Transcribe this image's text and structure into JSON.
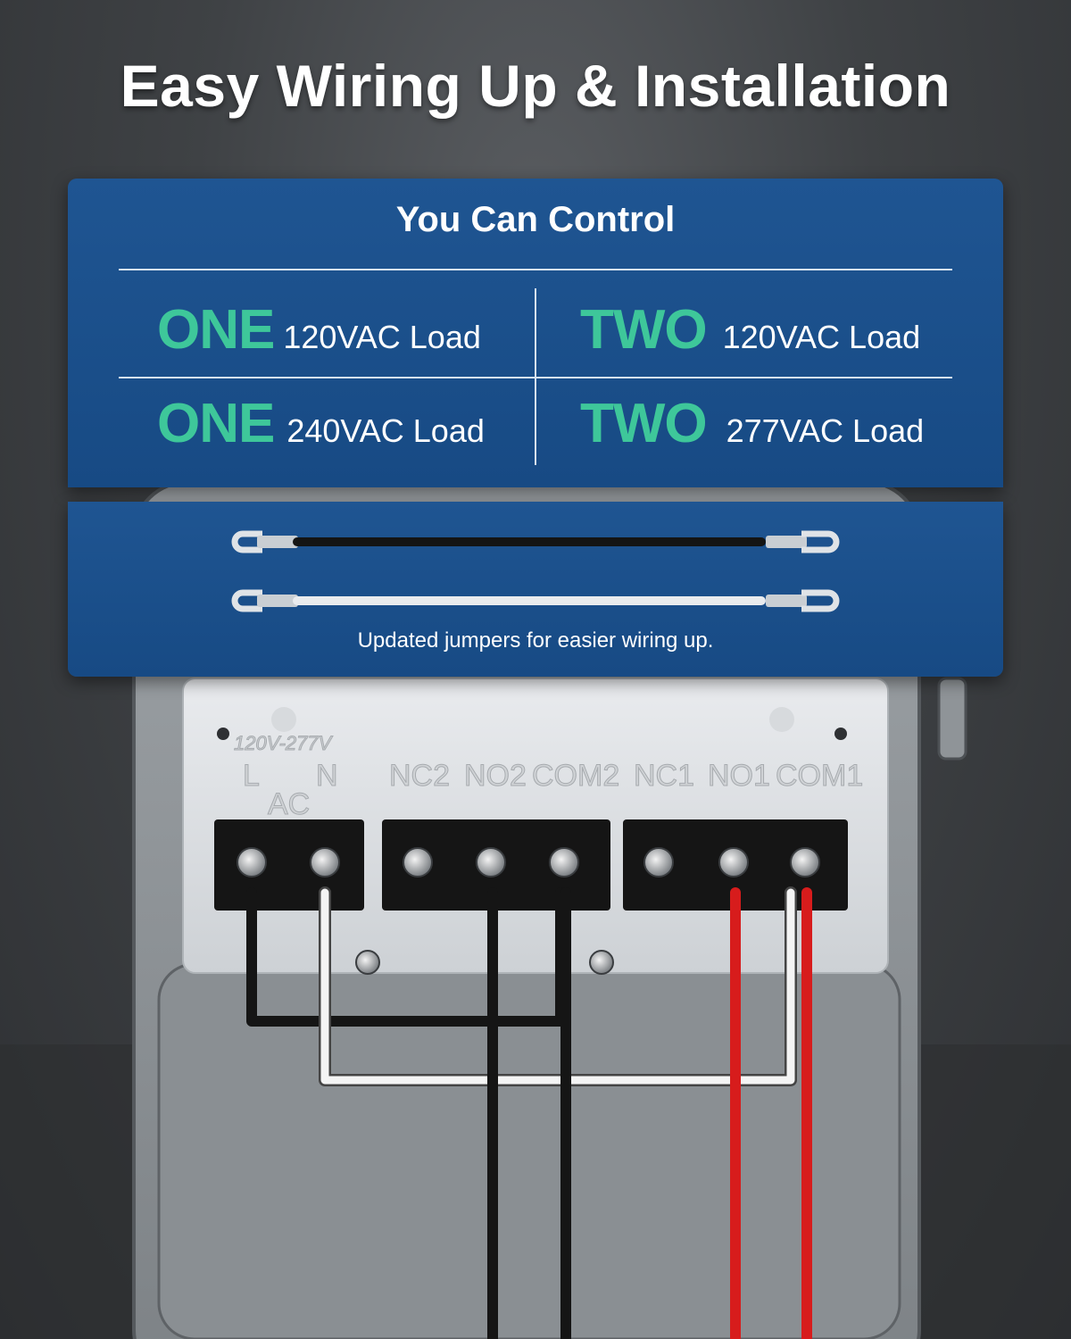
{
  "headline": "Easy Wiring Up & Installation",
  "control_panel": {
    "title": "You Can Control",
    "cells": [
      {
        "count": "ONE",
        "load": "120VAC Load"
      },
      {
        "count": "TWO",
        "load": "120VAC Load"
      },
      {
        "count": "ONE",
        "load": "240VAC Load"
      },
      {
        "count": "TWO",
        "load": "277VAC Load"
      }
    ]
  },
  "jumpers": {
    "caption": "Updated jumpers for easier wiring up."
  },
  "terminal_block": {
    "voltage_label": "120V-277V",
    "labels": [
      "L",
      "N",
      "AC",
      "NC2",
      "NO2",
      "COM2",
      "NC1",
      "NO1",
      "COM1"
    ]
  },
  "colors": {
    "panel_blue": "#1f5592",
    "accent_green": "#3ec79a",
    "wire_black": "#1a1a1a",
    "wire_white": "#f2f2f2",
    "wire_red": "#d71c1c"
  }
}
